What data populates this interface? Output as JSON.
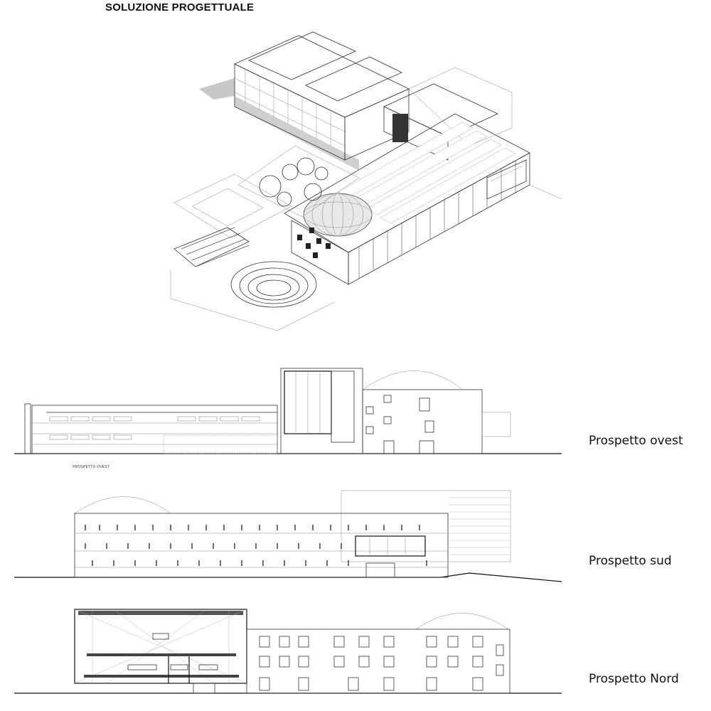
{
  "title": "SOLUZIONE PROGETTUALE",
  "elevations": {
    "ovest_label": "Prospetto ovest",
    "ovest_small_caption": "PROSPETTO OVEST",
    "sud_label": "Prospetto sud",
    "nord_label": "Prospetto Nord"
  }
}
